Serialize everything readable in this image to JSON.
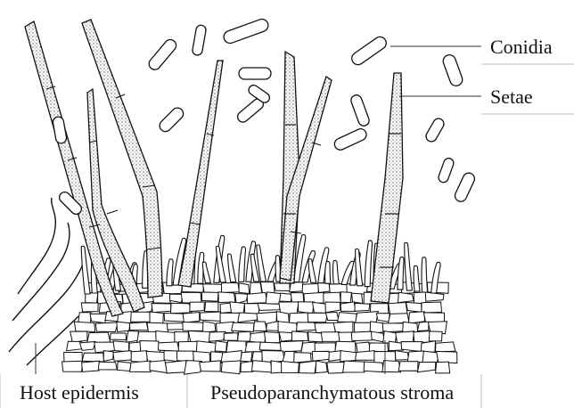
{
  "labels": {
    "conidia": "Conidia",
    "setae": "Setae",
    "host_epidermis": "Host epidermis",
    "stroma": "Pseudoparanchymatous stroma"
  },
  "colors": {
    "ink": "#111111",
    "paper": "#ffffff",
    "stipple": "#555555",
    "frame": "#bdbdbd"
  }
}
